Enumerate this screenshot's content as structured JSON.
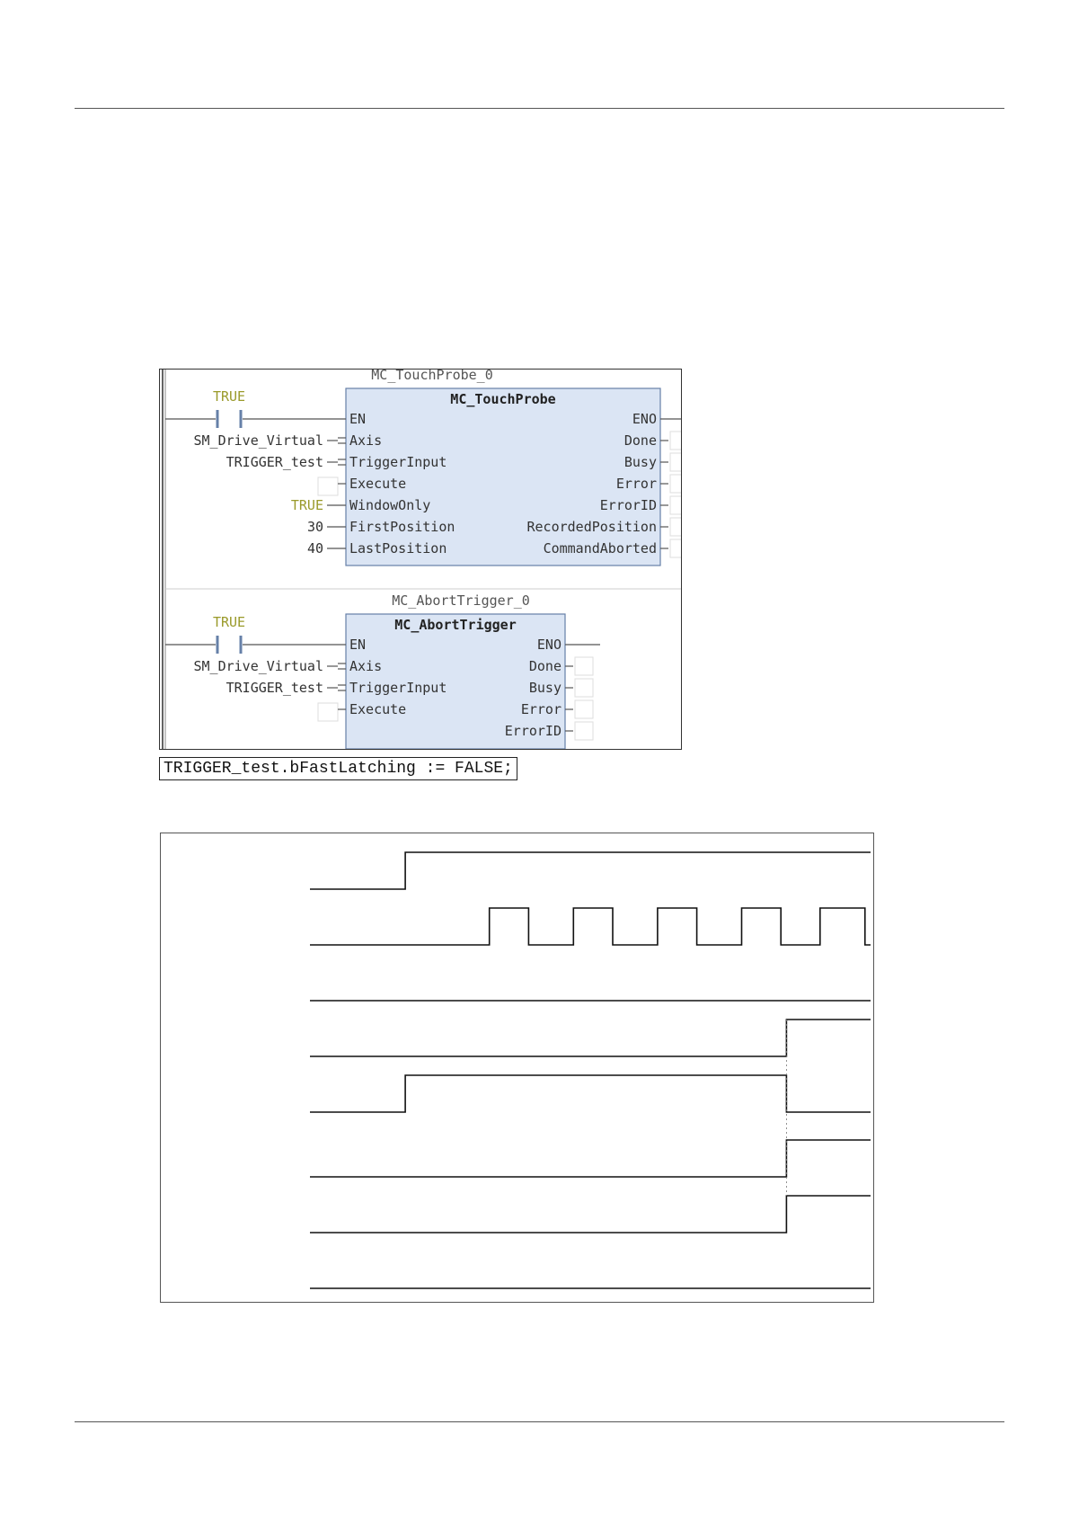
{
  "fbd": {
    "network1": {
      "instance_name": "MC_TouchProbe_0",
      "block_type": "MC_TouchProbe",
      "contact_label": "TRUE",
      "inputs": [
        {
          "pin": "EN",
          "value": ""
        },
        {
          "pin": "Axis",
          "value": "SM_Drive_Virtual"
        },
        {
          "pin": "TriggerInput",
          "value": "TRIGGER_test"
        },
        {
          "pin": "Execute",
          "value": ""
        },
        {
          "pin": "WindowOnly",
          "value": "TRUE"
        },
        {
          "pin": "FirstPosition",
          "value": "30"
        },
        {
          "pin": "LastPosition",
          "value": "40"
        }
      ],
      "outputs": [
        "ENO",
        "Done",
        "Busy",
        "Error",
        "ErrorID",
        "RecordedPosition",
        "CommandAborted"
      ]
    },
    "network2": {
      "instance_name": "MC_AbortTrigger_0",
      "block_type": "MC_AbortTrigger",
      "contact_label": "TRUE",
      "inputs": [
        {
          "pin": "EN",
          "value": ""
        },
        {
          "pin": "Axis",
          "value": "SM_Drive_Virtual"
        },
        {
          "pin": "TriggerInput",
          "value": "TRIGGER_test"
        },
        {
          "pin": "Execute",
          "value": ""
        }
      ],
      "outputs": [
        "ENO",
        "Done",
        "Busy",
        "Error",
        "ErrorID"
      ]
    }
  },
  "st_code": "TRIGGER_test.bFastLatching := FALSE;",
  "timing_diagram": {
    "signal_count": 8,
    "signals": [
      {
        "edges": [
          0.17
        ]
      },
      {
        "edges": [
          0.32,
          0.39,
          0.47,
          0.54,
          0.62,
          0.69,
          0.77,
          0.84,
          0.91,
          0.99
        ]
      },
      {
        "edges": []
      },
      {
        "edges": [
          0.85
        ]
      },
      {
        "edges": [
          0.17,
          0.85
        ]
      },
      {
        "edges": [
          0.85
        ]
      },
      {
        "edges": [
          0.85
        ]
      },
      {
        "edges": []
      }
    ]
  }
}
